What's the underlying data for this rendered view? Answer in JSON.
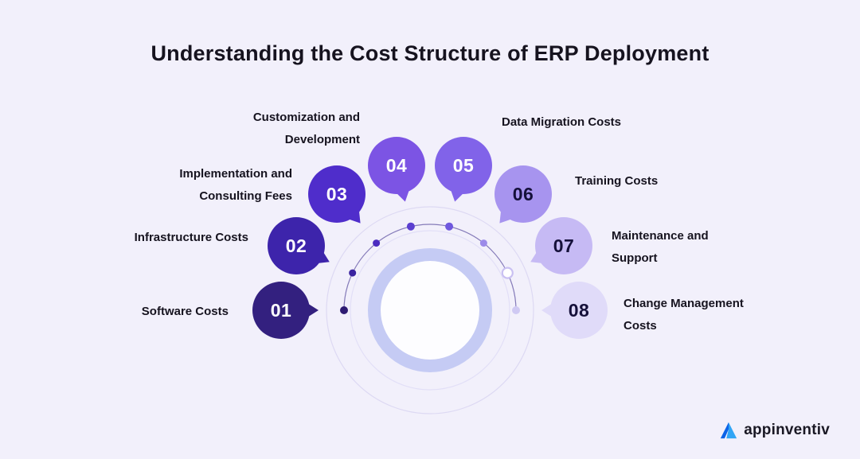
{
  "title": "Understanding the Cost Structure of ERP Deployment",
  "items": [
    {
      "number": "01",
      "label": "Software Costs",
      "color": "#33207F",
      "text_color": "#FFFFFF",
      "dot_color": "#2E1B72"
    },
    {
      "number": "02",
      "label": "Infrastructure Costs",
      "color": "#3D24AB",
      "text_color": "#FFFFFF",
      "dot_color": "#3A22A0"
    },
    {
      "number": "03",
      "label": "Implementation and Consulting Fees",
      "color": "#4F2DCB",
      "text_color": "#FFFFFF",
      "dot_color": "#4B2BC0"
    },
    {
      "number": "04",
      "label": "Customization and Development",
      "color": "#7C54E4",
      "text_color": "#FFFFFF",
      "dot_color": "#5B3FD0"
    },
    {
      "number": "05",
      "label": "Data Migration Costs",
      "color": "#8163E9",
      "text_color": "#FFFFFF",
      "dot_color": "#6F58DE"
    },
    {
      "number": "06",
      "label": "Training Costs",
      "color": "#A794EF",
      "text_color": "#15103A",
      "dot_color": "#9C8BE9"
    },
    {
      "number": "07",
      "label": "Maintenance and Support",
      "color": "#C6BAF4",
      "text_color": "#15103A",
      "dot_color": "#FFFFFF"
    },
    {
      "number": "08",
      "label": "Change Management Costs",
      "color": "#E0DBF9",
      "text_color": "#15103A",
      "dot_color": "#CFC9F3"
    }
  ],
  "logo": {
    "text": "appinventiv",
    "brand_color": "#2196F3"
  },
  "palette": {
    "background": "#F2F0FB",
    "ring": "#C5CBF4",
    "faint_circle": "#DFDCF5",
    "arc_line": "#4A3C95",
    "title_color": "#16131F",
    "label_color": "#16131F"
  }
}
